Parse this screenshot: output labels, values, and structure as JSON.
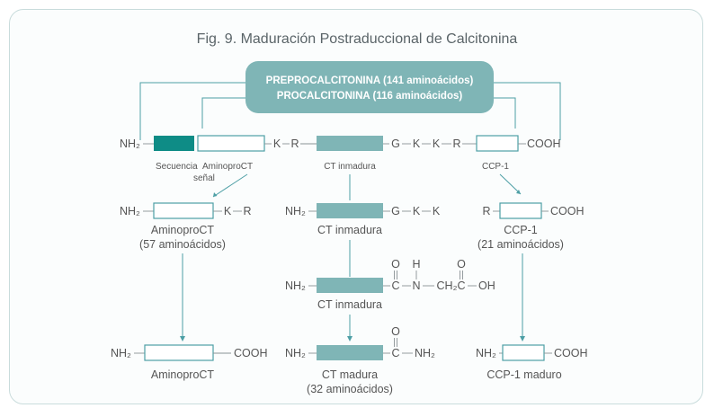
{
  "title": "Fig. 9. Maduración Postraduccional de Calcitonina",
  "header_box": {
    "line1": "PREPROCALCITONINA (141 aminoácidos)",
    "line2": "PROCALCITONINA (116 aminoácidos)"
  },
  "top_row": {
    "nh2": "NH₂",
    "k1": "K",
    "r1": "R",
    "g": "G",
    "k2": "K",
    "k3": "K",
    "r2": "R",
    "cooh": "COOH",
    "signal_label_1": "Secuencia",
    "signal_label_2": "señal",
    "aminoproct_label": "AminoproCT",
    "ct_label": "CT inmadura",
    "ccp_label": "CCP-1"
  },
  "row2": {
    "left": {
      "nh2": "NH₂",
      "k": "K",
      "r": "R",
      "name": "AminoproCT",
      "detail": "(57 aminoácidos)"
    },
    "center": {
      "nh2": "NH₂",
      "g": "G",
      "k1": "K",
      "k2": "K",
      "name": "CT inmadura"
    },
    "right": {
      "r": "R",
      "cooh": "COOH",
      "name": "CCP-1",
      "detail": "(21 aminoácidos)"
    }
  },
  "row3": {
    "nh2": "NH₂",
    "o1": "O",
    "h": "H",
    "o2": "O",
    "c1": "C",
    "n": "N",
    "ch2": "CH₂",
    "c2": "C",
    "oh": "OH",
    "name": "CT inmadura"
  },
  "row4": {
    "left": {
      "nh2": "NH₂",
      "cooh": "COOH",
      "name": "AminoproCT"
    },
    "center": {
      "nh2": "NH₂",
      "o": "O",
      "c": "C",
      "nh2_end": "NH₂",
      "name": "CT madura",
      "detail": "(32 aminoácidos)"
    },
    "right": {
      "nh2": "NH₂",
      "cooh": "COOH",
      "name": "CCP-1 maduro"
    }
  },
  "colors": {
    "teal_dark": "#0e8c86",
    "teal_mid": "#7fb5b6",
    "teal_line": "#4d9fa5",
    "text": "#555555"
  }
}
